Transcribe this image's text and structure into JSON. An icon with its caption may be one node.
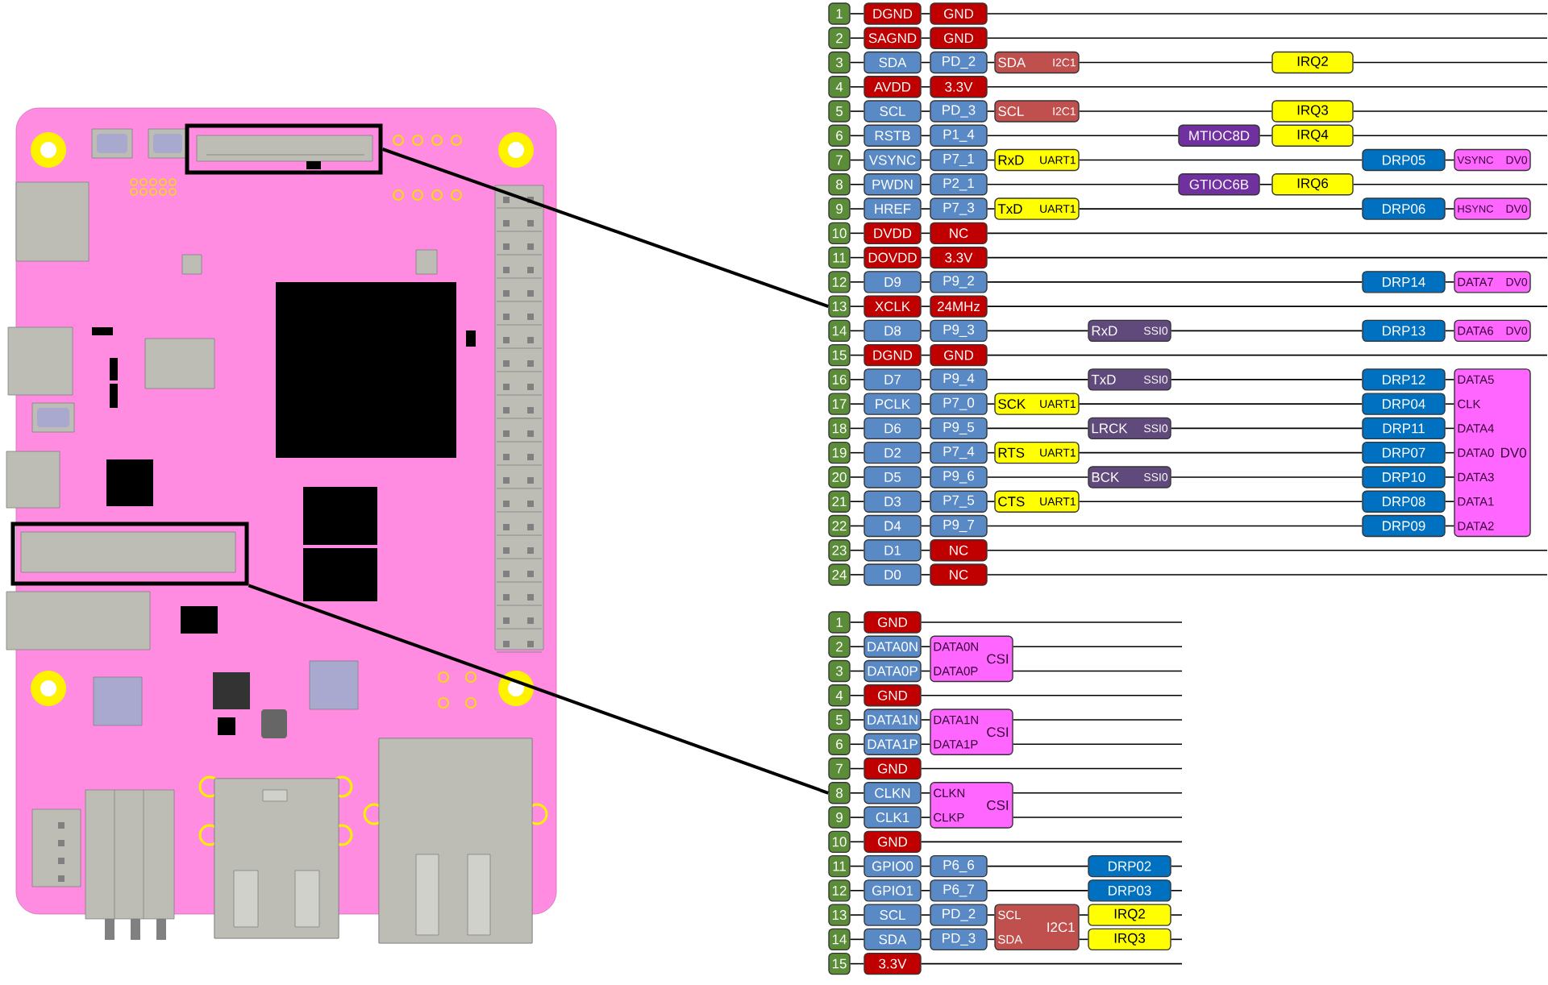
{
  "diagram": {
    "nodes": [
      {
        "text": [],
        "shape": "box"
      },
      {
        "text": [],
        "shape": "box"
      },
      {
        "text": [
          "1"
        ]
      },
      {
        "text": [
          "DGND"
        ]
      },
      {
        "text": [
          "GND"
        ]
      },
      {
        "text": [
          "2"
        ]
      },
      {
        "text": [
          "SAGND"
        ]
      },
      {
        "text": [
          "GND"
        ]
      },
      {
        "text": [
          "3"
        ]
      },
      {
        "text": [
          "SDA"
        ]
      },
      {
        "text": [
          "PD_2"
        ]
      },
      {
        "text": [
          "SDA",
          "I2C1"
        ]
      },
      {
        "text": [
          "IRQ2"
        ]
      },
      {
        "text": [
          "4"
        ]
      },
      {
        "text": [
          "AVDD"
        ]
      },
      {
        "text": [
          "3.3V"
        ]
      },
      {
        "text": [
          "5"
        ]
      },
      {
        "text": [
          "SCL"
        ]
      },
      {
        "text": [
          "PD_3"
        ]
      },
      {
        "text": [
          "SCL",
          "I2C1"
        ]
      },
      {
        "text": [
          "IRQ3"
        ]
      },
      {
        "text": [
          "6"
        ]
      },
      {
        "text": [
          "RSTB"
        ]
      },
      {
        "text": [
          "P1_4"
        ]
      },
      {
        "text": [
          "MTIOC8D"
        ]
      },
      {
        "text": [
          "IRQ4"
        ]
      },
      {
        "text": [
          "7"
        ]
      },
      {
        "text": [
          "VSYNC"
        ]
      },
      {
        "text": [
          "P7_1"
        ]
      },
      {
        "text": [
          "RxD",
          "UART1"
        ]
      },
      {
        "text": [
          "DRP05"
        ]
      },
      {
        "text": [
          "VSYNC",
          "DV0"
        ]
      },
      {
        "text": [
          "8"
        ]
      },
      {
        "text": [
          "PWDN"
        ]
      },
      {
        "text": [
          "P2_1"
        ]
      },
      {
        "text": [
          "GTIOC6B"
        ]
      },
      {
        "text": [
          "IRQ6"
        ]
      },
      {
        "text": [
          "9"
        ]
      },
      {
        "text": [
          "HREF"
        ]
      },
      {
        "text": [
          "P7_3"
        ]
      },
      {
        "text": [
          "TxD",
          "UART1"
        ]
      },
      {
        "text": [
          "DRP06"
        ]
      },
      {
        "text": [
          "HSYNC",
          "DV0"
        ]
      },
      {
        "text": [
          "10"
        ]
      },
      {
        "text": [
          "DVDD"
        ]
      },
      {
        "text": [
          "NC"
        ]
      },
      {
        "text": [
          "11"
        ]
      },
      {
        "text": [
          "DOVDD"
        ]
      },
      {
        "text": [
          "3.3V"
        ]
      },
      {
        "text": [
          "12"
        ]
      },
      {
        "text": [
          "D9"
        ]
      },
      {
        "text": [
          "P9_2"
        ]
      },
      {
        "text": [
          "DRP14"
        ]
      },
      {
        "text": [
          "DATA7",
          "DV0"
        ]
      },
      {
        "text": [
          "13"
        ]
      },
      {
        "text": [
          "XCLK"
        ]
      },
      {
        "text": [
          "24MHz"
        ]
      },
      {
        "text": [
          "14"
        ]
      },
      {
        "text": [
          "D8"
        ]
      },
      {
        "text": [
          "P9_3"
        ]
      },
      {
        "text": [
          "RxD",
          "SSI0"
        ]
      },
      {
        "text": [
          "DRP13"
        ]
      },
      {
        "text": [
          "DATA6",
          "DV0"
        ]
      },
      {
        "text": [
          "15"
        ]
      },
      {
        "text": [
          "DGND"
        ]
      },
      {
        "text": [
          "GND"
        ]
      },
      {
        "text": [
          "16"
        ]
      },
      {
        "text": [
          "D7"
        ]
      },
      {
        "text": [
          "P9_4"
        ]
      },
      {
        "text": [
          "TxD",
          "SSI0"
        ]
      },
      {
        "text": [
          "DRP12"
        ]
      },
      {
        "text": [
          "DATA5",
          "CLK",
          "DATA4",
          "DATA0",
          "DATA3",
          "DATA1",
          "DATA2",
          "DV0"
        ]
      },
      {
        "text": [
          "17"
        ]
      },
      {
        "text": [
          "PCLK"
        ]
      },
      {
        "text": [
          "P7_0"
        ]
      },
      {
        "text": [
          "SCK",
          "UART1"
        ]
      },
      {
        "text": [
          "DRP04"
        ]
      },
      {
        "text": [
          "18"
        ]
      },
      {
        "text": [
          "D6"
        ]
      },
      {
        "text": [
          "P9_5"
        ]
      },
      {
        "text": [
          "LRCK",
          "SSI0"
        ]
      },
      {
        "text": [
          "DRP11"
        ]
      },
      {
        "text": [
          "19"
        ]
      },
      {
        "text": [
          "D2"
        ]
      },
      {
        "text": [
          "P7_4"
        ]
      },
      {
        "text": [
          "RTS",
          "UART1"
        ]
      },
      {
        "text": [
          "DRP07"
        ]
      },
      {
        "text": [
          "20"
        ]
      },
      {
        "text": [
          "D5"
        ]
      },
      {
        "text": [
          "P9_6"
        ]
      },
      {
        "text": [
          "BCK",
          "SSI0"
        ]
      },
      {
        "text": [
          "DRP10"
        ]
      },
      {
        "text": [
          "21"
        ]
      },
      {
        "text": [
          "D3"
        ]
      },
      {
        "text": [
          "P7_5"
        ]
      },
      {
        "text": [
          "CTS",
          "UART1"
        ]
      },
      {
        "text": [
          "DRP08"
        ]
      },
      {
        "text": [
          "22"
        ]
      },
      {
        "text": [
          "D4"
        ]
      },
      {
        "text": [
          "P9_7"
        ]
      },
      {
        "text": [
          "DRP09"
        ]
      },
      {
        "text": [
          "23"
        ]
      },
      {
        "text": [
          "D1"
        ]
      },
      {
        "text": [
          "NC"
        ]
      },
      {
        "text": [
          "24"
        ]
      },
      {
        "text": [
          "D0"
        ]
      },
      {
        "text": [
          "NC"
        ]
      },
      {
        "text": [
          "1"
        ]
      },
      {
        "text": [
          "GND"
        ]
      },
      {
        "text": [
          "2"
        ]
      },
      {
        "text": [
          "DATA0N"
        ]
      },
      {
        "text": [
          "DATA0N",
          "DATA0P",
          "CSI"
        ]
      },
      {
        "text": [
          "3"
        ]
      },
      {
        "text": [
          "DATA0P"
        ]
      },
      {
        "text": [
          "4"
        ]
      },
      {
        "text": [
          "GND"
        ]
      },
      {
        "text": [
          "5"
        ]
      },
      {
        "text": [
          "DATA1N"
        ]
      },
      {
        "text": [
          "DATA1N",
          "DATA1P",
          "CSI"
        ]
      },
      {
        "text": [
          "6"
        ]
      },
      {
        "text": [
          "DATA1P"
        ]
      },
      {
        "text": [
          "7"
        ]
      },
      {
        "text": [
          "GND"
        ]
      },
      {
        "text": [
          "8"
        ]
      },
      {
        "text": [
          "CLKN"
        ]
      },
      {
        "text": [
          "CLKN",
          "CLKP",
          "CSI"
        ]
      },
      {
        "text": [
          "9"
        ]
      },
      {
        "text": [
          "CLK1"
        ]
      },
      {
        "text": [
          "10"
        ]
      },
      {
        "text": [
          "GND"
        ]
      },
      {
        "text": [
          "11"
        ]
      },
      {
        "text": [
          "GPIO0"
        ]
      },
      {
        "text": [
          "P6_6"
        ]
      },
      {
        "text": [
          "DRP02"
        ]
      },
      {
        "text": [
          "12"
        ]
      },
      {
        "text": [
          "GPIO1"
        ]
      },
      {
        "text": [
          "P6_7"
        ]
      },
      {
        "text": [
          "DRP03"
        ]
      },
      {
        "text": [
          "13"
        ]
      },
      {
        "text": [
          "SCL"
        ]
      },
      {
        "text": [
          "PD_2"
        ]
      },
      {
        "text": [
          "SCL",
          "SDA",
          "I2C1"
        ]
      },
      {
        "text": [
          "IRQ2"
        ]
      },
      {
        "text": [
          "14"
        ]
      },
      {
        "text": [
          "SDA"
        ]
      },
      {
        "text": [
          "PD_3"
        ]
      },
      {
        "text": [
          "IRQ3"
        ]
      },
      {
        "text": [
          "15"
        ]
      },
      {
        "text": [
          "3.3V"
        ]
      }
    ],
    "edges": [
      {
        "from": 0,
        "to": 54,
        "arrow": "none"
      },
      {
        "from": 1,
        "to": 123,
        "arrow": "none"
      },
      {
        "from": 2,
        "to": 3,
        "arrow": "none"
      },
      {
        "from": 3,
        "to": 4,
        "arrow": "none"
      },
      {
        "from": 4,
        "to": null,
        "arrow": "none"
      },
      {
        "from": 5,
        "to": 6,
        "arrow": "none"
      },
      {
        "from": 6,
        "to": 7,
        "arrow": "none"
      },
      {
        "from": 7,
        "to": null,
        "arrow": "none"
      },
      {
        "from": 8,
        "to": 9,
        "arrow": "none"
      },
      {
        "from": 9,
        "to": 10,
        "arrow": "none"
      },
      {
        "from": 10,
        "to": 11,
        "arrow": "none"
      },
      {
        "from": 11,
        "to": 12,
        "arrow": "none"
      },
      {
        "from": 12,
        "to": null,
        "arrow": "none"
      },
      {
        "from": 13,
        "to": 14,
        "arrow": "none"
      },
      {
        "from": 14,
        "to": 15,
        "arrow": "none"
      },
      {
        "from": 15,
        "to": null,
        "arrow": "none"
      },
      {
        "from": 16,
        "to": 17,
        "arrow": "none"
      },
      {
        "from": 17,
        "to": 18,
        "arrow": "none"
      },
      {
        "from": 18,
        "to": 19,
        "arrow": "none"
      },
      {
        "from": 19,
        "to": 20,
        "arrow": "none"
      },
      {
        "from": 20,
        "to": null,
        "arrow": "none"
      },
      {
        "from": 21,
        "to": 22,
        "arrow": "none"
      },
      {
        "from": 22,
        "to": 23,
        "arrow": "none"
      },
      {
        "from": 23,
        "to": 24,
        "arrow": "none"
      },
      {
        "from": 24,
        "to": 25,
        "arrow": "none"
      },
      {
        "from": 25,
        "to": null,
        "arrow": "none"
      },
      {
        "from": 26,
        "to": 27,
        "arrow": "none"
      },
      {
        "from": 27,
        "to": 28,
        "arrow": "none"
      },
      {
        "from": 28,
        "to": 29,
        "arrow": "none"
      },
      {
        "from": 29,
        "to": 30,
        "arrow": "none"
      },
      {
        "from": 30,
        "to": 31,
        "arrow": "none"
      },
      {
        "from": 32,
        "to": 33,
        "arrow": "none"
      },
      {
        "from": 33,
        "to": 34,
        "arrow": "none"
      },
      {
        "from": 34,
        "to": 35,
        "arrow": "none"
      },
      {
        "from": 35,
        "to": 36,
        "arrow": "none"
      },
      {
        "from": 36,
        "to": null,
        "arrow": "none"
      },
      {
        "from": 37,
        "to": 38,
        "arrow": "none"
      },
      {
        "from": 38,
        "to": 39,
        "arrow": "none"
      },
      {
        "from": 39,
        "to": 40,
        "arrow": "none"
      },
      {
        "from": 40,
        "to": 41,
        "arrow": "none"
      },
      {
        "from": 41,
        "to": 42,
        "arrow": "none"
      },
      {
        "from": 43,
        "to": 44,
        "arrow": "none"
      },
      {
        "from": 44,
        "to": 45,
        "arrow": "none"
      },
      {
        "from": 45,
        "to": null,
        "arrow": "none"
      },
      {
        "from": 46,
        "to": 47,
        "arrow": "none"
      },
      {
        "from": 47,
        "to": 48,
        "arrow": "none"
      },
      {
        "from": 48,
        "to": null,
        "arrow": "none"
      },
      {
        "from": 49,
        "to": 50,
        "arrow": "none"
      },
      {
        "from": 50,
        "to": 51,
        "arrow": "none"
      },
      {
        "from": 51,
        "to": 52,
        "arrow": "none"
      },
      {
        "from": 52,
        "to": 53,
        "arrow": "none"
      },
      {
        "from": 54,
        "to": 55,
        "arrow": "none"
      },
      {
        "from": 55,
        "to": 56,
        "arrow": "none"
      },
      {
        "from": 56,
        "to": null,
        "arrow": "none"
      },
      {
        "from": 57,
        "to": 58,
        "arrow": "none"
      },
      {
        "from": 58,
        "to": 59,
        "arrow": "none"
      },
      {
        "from": 59,
        "to": 60,
        "arrow": "none"
      },
      {
        "from": 60,
        "to": 61,
        "arrow": "none"
      },
      {
        "from": 61,
        "to": 62,
        "arrow": "none"
      },
      {
        "from": 63,
        "to": 64,
        "arrow": "none"
      },
      {
        "from": 64,
        "to": 65,
        "arrow": "none"
      },
      {
        "from": 65,
        "to": null,
        "arrow": "none"
      },
      {
        "from": 66,
        "to": 67,
        "arrow": "none"
      },
      {
        "from": 67,
        "to": 68,
        "arrow": "none"
      },
      {
        "from": 68,
        "to": 69,
        "arrow": "none"
      },
      {
        "from": 69,
        "to": 70,
        "arrow": "none"
      },
      {
        "from": 70,
        "to": 71,
        "arrow": "none"
      },
      {
        "from": 72,
        "to": 73,
        "arrow": "none"
      },
      {
        "from": 73,
        "to": 74,
        "arrow": "none"
      },
      {
        "from": 74,
        "to": 75,
        "arrow": "none"
      },
      {
        "from": 75,
        "to": 76,
        "arrow": "none"
      },
      {
        "from": 76,
        "to": 71,
        "arrow": "none"
      },
      {
        "from": 77,
        "to": 78,
        "arrow": "none"
      },
      {
        "from": 78,
        "to": 79,
        "arrow": "none"
      },
      {
        "from": 79,
        "to": 80,
        "arrow": "none"
      },
      {
        "from": 80,
        "to": 81,
        "arrow": "none"
      },
      {
        "from": 81,
        "to": 71,
        "arrow": "none"
      },
      {
        "from": 82,
        "to": 83,
        "arrow": "none"
      },
      {
        "from": 83,
        "to": 84,
        "arrow": "none"
      },
      {
        "from": 84,
        "to": 85,
        "arrow": "none"
      },
      {
        "from": 85,
        "to": 86,
        "arrow": "none"
      },
      {
        "from": 86,
        "to": 71,
        "arrow": "none"
      },
      {
        "from": 87,
        "to": 88,
        "arrow": "none"
      },
      {
        "from": 88,
        "to": 89,
        "arrow": "none"
      },
      {
        "from": 89,
        "to": 90,
        "arrow": "none"
      },
      {
        "from": 90,
        "to": 91,
        "arrow": "none"
      },
      {
        "from": 91,
        "to": 71,
        "arrow": "none"
      },
      {
        "from": 92,
        "to": 93,
        "arrow": "none"
      },
      {
        "from": 93,
        "to": 94,
        "arrow": "none"
      },
      {
        "from": 94,
        "to": 95,
        "arrow": "none"
      },
      {
        "from": 95,
        "to": 96,
        "arrow": "none"
      },
      {
        "from": 96,
        "to": 71,
        "arrow": "none"
      },
      {
        "from": 97,
        "to": 98,
        "arrow": "none"
      },
      {
        "from": 98,
        "to": 99,
        "arrow": "none"
      },
      {
        "from": 99,
        "to": 100,
        "arrow": "none"
      },
      {
        "from": 100,
        "to": 71,
        "arrow": "none"
      },
      {
        "from": 101,
        "to": 102,
        "arrow": "none"
      },
      {
        "from": 102,
        "to": 103,
        "arrow": "none"
      },
      {
        "from": 103,
        "to": null,
        "arrow": "none"
      },
      {
        "from": 104,
        "to": 105,
        "arrow": "none"
      },
      {
        "from": 105,
        "to": 106,
        "arrow": "none"
      },
      {
        "from": 106,
        "to": null,
        "arrow": "none"
      },
      {
        "from": 107,
        "to": 108,
        "arrow": "none"
      },
      {
        "from": 108,
        "to": null,
        "arrow": "none"
      },
      {
        "from": 109,
        "to": 110,
        "arrow": "none"
      },
      {
        "from": 110,
        "to": 111,
        "arrow": "none"
      },
      {
        "from": 111,
        "to": null,
        "arrow": "none"
      },
      {
        "from": 112,
        "to": 113,
        "arrow": "none"
      },
      {
        "from": 113,
        "to": 111,
        "arrow": "none"
      },
      {
        "from": 111,
        "to": null,
        "arrow": "none"
      },
      {
        "from": 114,
        "to": 115,
        "arrow": "none"
      },
      {
        "from": 115,
        "to": null,
        "arrow": "none"
      },
      {
        "from": 116,
        "to": 117,
        "arrow": "none"
      },
      {
        "from": 117,
        "to": 118,
        "arrow": "none"
      },
      {
        "from": 118,
        "to": null,
        "arrow": "none"
      },
      {
        "from": 119,
        "to": 120,
        "arrow": "none"
      },
      {
        "from": 120,
        "to": 118,
        "arrow": "none"
      },
      {
        "from": 118,
        "to": null,
        "arrow": "none"
      },
      {
        "from": 121,
        "to": 122,
        "arrow": "none"
      },
      {
        "from": 122,
        "to": null,
        "arrow": "none"
      },
      {
        "from": 123,
        "to": 124,
        "arrow": "none"
      },
      {
        "from": 124,
        "to": 125,
        "arrow": "none"
      },
      {
        "from": 125,
        "to": null,
        "arrow": "none"
      },
      {
        "from": 126,
        "to": 127,
        "arrow": "none"
      },
      {
        "from": 127,
        "to": 125,
        "arrow": "none"
      },
      {
        "from": 125,
        "to": null,
        "arrow": "none"
      },
      {
        "from": 128,
        "to": 129,
        "arrow": "none"
      },
      {
        "from": 129,
        "to": null,
        "arrow": "none"
      },
      {
        "from": 130,
        "to": 131,
        "arrow": "none"
      },
      {
        "from": 131,
        "to": 132,
        "arrow": "none"
      },
      {
        "from": 132,
        "to": 133,
        "arrow": "none"
      },
      {
        "from": 133,
        "to": null,
        "arrow": "none"
      },
      {
        "from": 134,
        "to": 135,
        "arrow": "none"
      },
      {
        "from": 135,
        "to": 136,
        "arrow": "none"
      },
      {
        "from": 136,
        "to": 137,
        "arrow": "none"
      },
      {
        "from": 137,
        "to": null,
        "arrow": "none"
      },
      {
        "from": 138,
        "to": 139,
        "arrow": "none"
      },
      {
        "from": 139,
        "to": 140,
        "arrow": "none"
      },
      {
        "from": 140,
        "to": 141,
        "arrow": "none"
      },
      {
        "from": 141,
        "to": 142,
        "arrow": "none"
      },
      {
        "from": 142,
        "to": null,
        "arrow": "none"
      },
      {
        "from": 143,
        "to": 144,
        "arrow": "none"
      },
      {
        "from": 144,
        "to": 145,
        "arrow": "none"
      },
      {
        "from": 145,
        "to": 141,
        "arrow": "none"
      },
      {
        "from": 141,
        "to": 146,
        "arrow": "none"
      },
      {
        "from": 146,
        "to": null,
        "arrow": "none"
      },
      {
        "from": 147,
        "to": 148,
        "arrow": "none"
      },
      {
        "from": 148,
        "to": null,
        "arrow": "none"
      }
    ]
  }
}
